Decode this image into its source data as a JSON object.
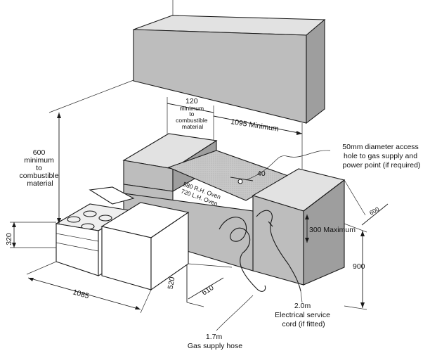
{
  "labels": {
    "rangehood_clearance": [
      "600",
      "minimum",
      "to",
      "combustible",
      "material"
    ],
    "side_clearance": [
      "120",
      "minimum",
      "to",
      "combustible",
      "material"
    ],
    "min_width": "1095 Minimum",
    "access_hole": [
      "50mm diameter access",
      "hole to gas supply and",
      "power point (if required)"
    ],
    "dim_40": "40",
    "oven_rh": "580 R.H. Oven",
    "oven_lh": "720 L.H. Oven",
    "dim_600_depth": "600",
    "dim_300_max": "300 Maximum",
    "dim_900": "900",
    "dim_320": "320",
    "dim_1085": "1085",
    "dim_520": "520",
    "dim_610": "610",
    "elec_cord": [
      "2.0m",
      "Electrical service",
      "cord (if fitted)"
    ],
    "gas_hose": [
      "1.7m",
      "Gas supply hose"
    ]
  }
}
